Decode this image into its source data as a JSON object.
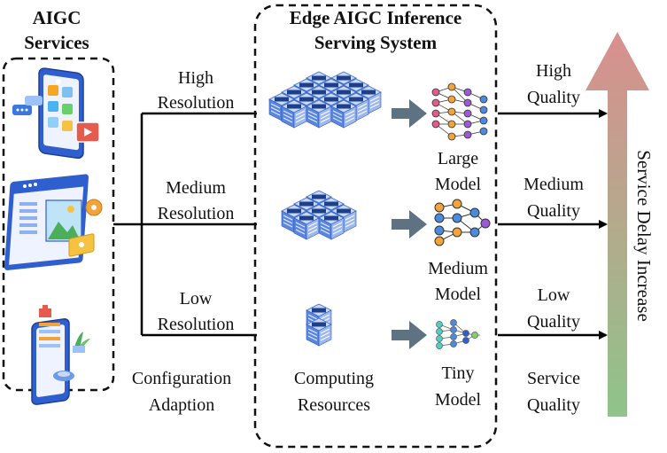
{
  "services": {
    "title_line1": "AIGC",
    "title_line2": "Services"
  },
  "serving_system": {
    "title_line1": "Edge AIGC Inference",
    "title_line2": "Serving System"
  },
  "resolutions": [
    {
      "line1": "High",
      "line2": "Resolution"
    },
    {
      "line1": "Medium",
      "line2": "Resolution"
    },
    {
      "line1": "Low",
      "line2": "Resolution"
    }
  ],
  "models": [
    {
      "line1": "Large",
      "line2": "Model"
    },
    {
      "line1": "Medium",
      "line2": "Model"
    },
    {
      "line1": "Tiny",
      "line2": "Model"
    }
  ],
  "qualities": [
    {
      "line1": "High",
      "line2": "Quality"
    },
    {
      "line1": "Medium",
      "line2": "Quality"
    },
    {
      "line1": "Low",
      "line2": "Quality"
    }
  ],
  "footer": {
    "configuration_line1": "Configuration",
    "configuration_line2": "Adaption",
    "computing_line1": "Computing",
    "computing_line2": "Resources",
    "service_quality_line1": "Service",
    "service_quality_line2": "Quality"
  },
  "delay_axis_label": "Service Delay Increase",
  "colors": {
    "arrow_top": "#d98f8f",
    "arrow_bottom": "#8fc48a",
    "process_arrow": "#5f7282",
    "server_blue": "#3b6fd9",
    "server_light": "#c8d8f5"
  },
  "icons": {
    "services": [
      "smartphone-apps-icon",
      "web-browser-image-icon",
      "mobile-shop-icon"
    ],
    "servers": [
      "large-server-cluster-icon",
      "medium-server-cluster-icon",
      "small-server-cluster-icon"
    ],
    "models": [
      "large-neural-network-icon",
      "medium-neural-network-icon",
      "tiny-neural-network-icon"
    ]
  }
}
